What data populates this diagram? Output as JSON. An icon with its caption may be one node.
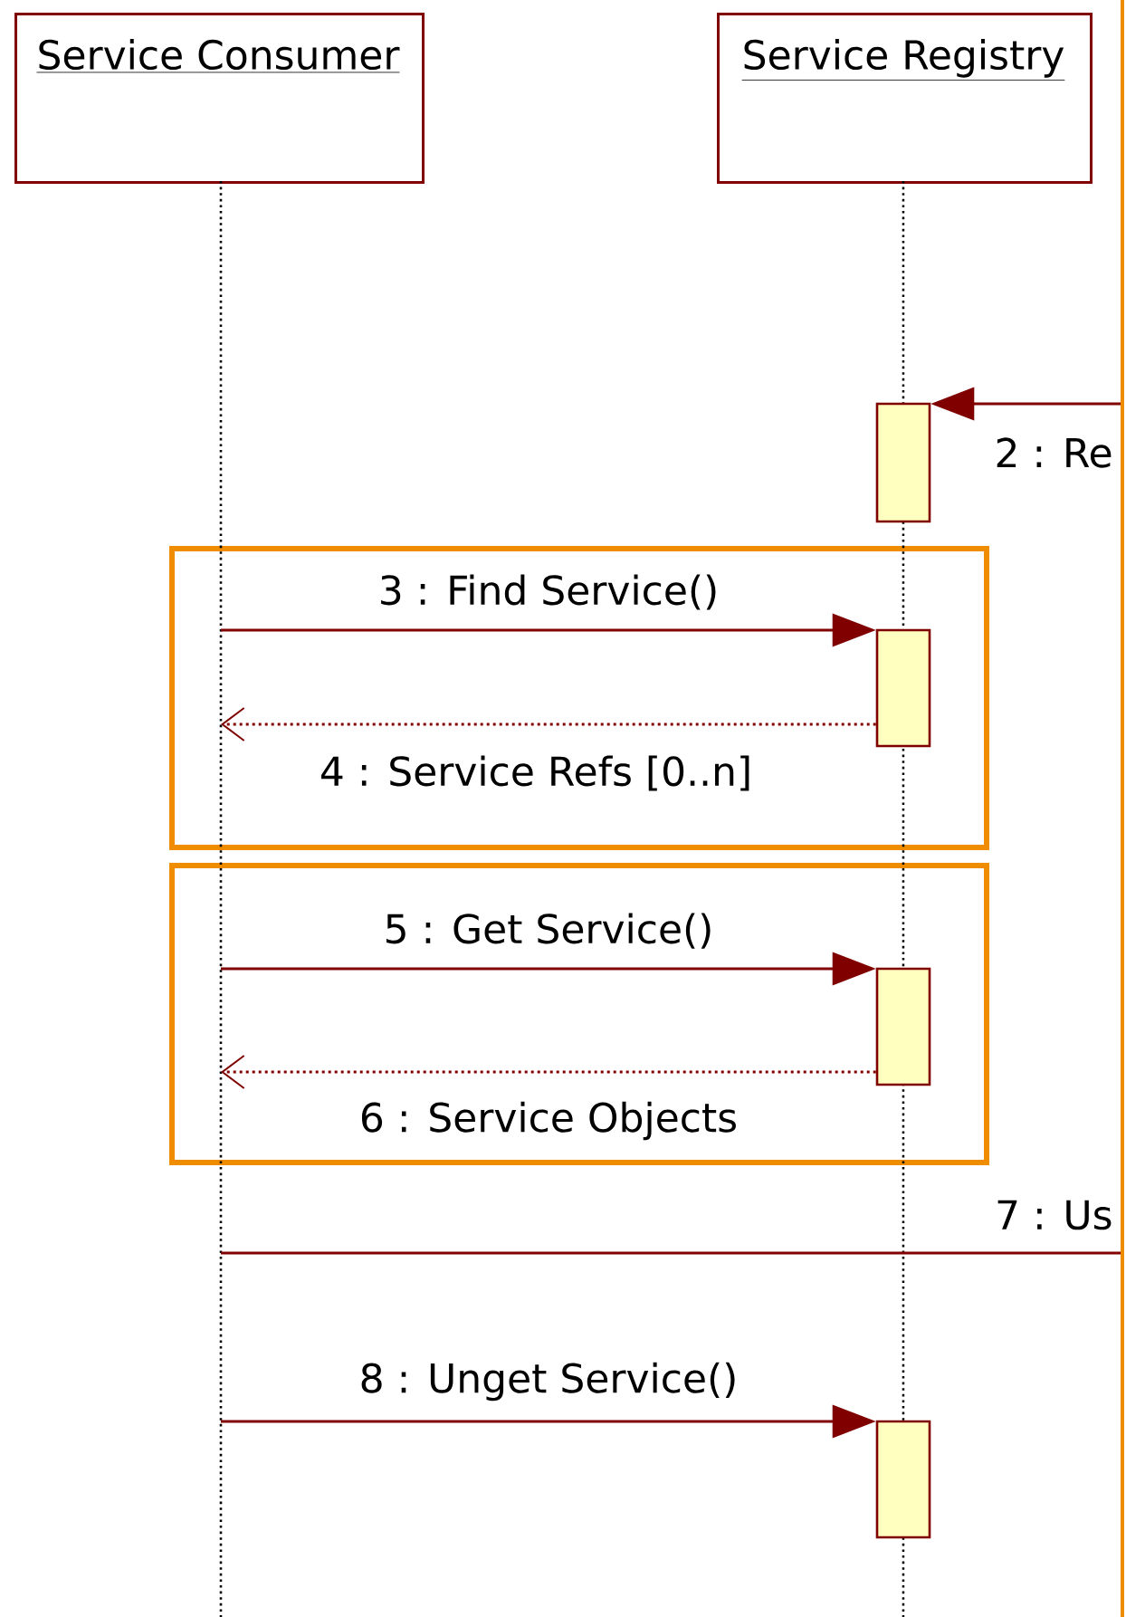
{
  "diagram": {
    "nodes": [
      {
        "text": [
          "Service Consumer"
        ]
      },
      {
        "text": [
          "Service Registry"
        ]
      },
      {
        "text": [],
        "shape": "bar",
        "in": 1
      },
      {
        "text": [],
        "shape": "bar",
        "in": 1
      },
      {
        "text": [],
        "shape": "bar",
        "in": 1
      },
      {
        "text": [],
        "shape": "bar",
        "in": 1
      }
    ],
    "edges": [
      {
        "from": null,
        "to": 2,
        "arrow": "to",
        "label": "2 : Re"
      },
      {
        "from": 0,
        "to": 3,
        "arrow": "to",
        "label": "3 : Find Service()"
      },
      {
        "from": 3,
        "to": 0,
        "arrow": "to",
        "label": "4 : Service Refs [0..n]",
        "style": "dashed"
      },
      {
        "from": 0,
        "to": 4,
        "arrow": "to",
        "label": "5 : Get Service()"
      },
      {
        "from": 4,
        "to": 0,
        "arrow": "to",
        "label": "6 : Service Objects",
        "style": "dashed"
      },
      {
        "from": 0,
        "to": null,
        "arrow": "none",
        "label": "7 : Us"
      },
      {
        "from": 0,
        "to": 5,
        "arrow": "to",
        "label": "8 : Unget Service()"
      }
    ]
  }
}
